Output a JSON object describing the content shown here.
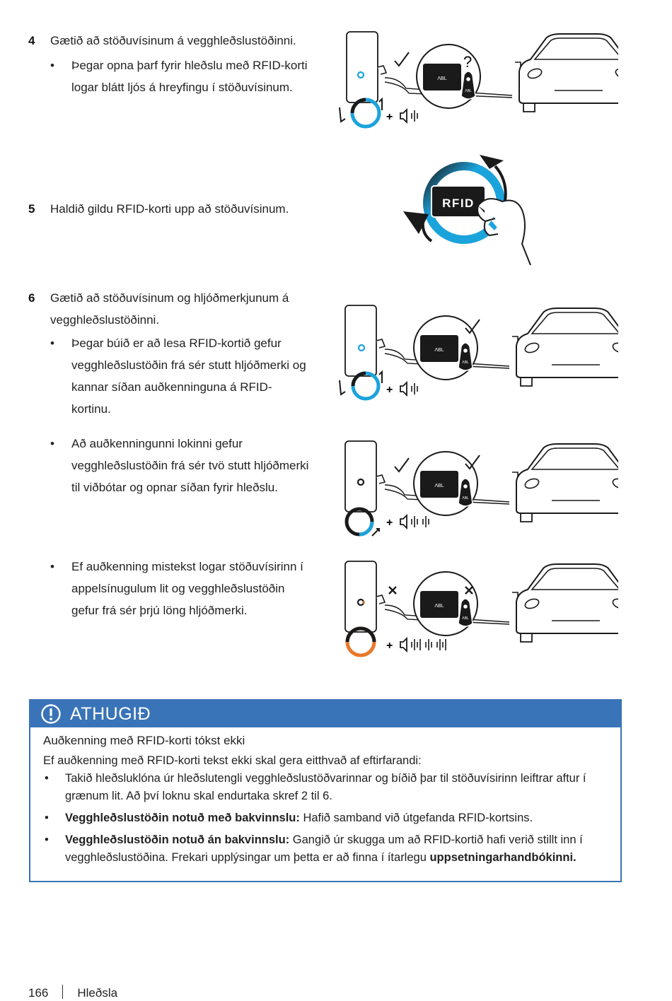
{
  "steps": [
    {
      "number": "4",
      "text": "Gætið að stöðuvísinum á vegghleðslustöðinni.",
      "bullets": [
        "Þegar opna þarf fyrir hleðslu með RFID-korti logar blátt ljós á hreyfingu í stöðuvísinum."
      ]
    },
    {
      "number": "5",
      "text": "Haldið gildu RFID-korti upp að stöðuvísinum.",
      "bullets": []
    },
    {
      "number": "6",
      "text": "Gætið að stöðuvísinum og hljóðmerkjunum á vegghleðslustöðinni.",
      "bullets": [
        "Þegar búið er að lesa RFID-kortið gefur vegghleðslustöðin frá sér stutt hljóðmerki og kannar síðan auðkenninguna á RFID-kortinu.",
        "Að auðkenningunni lokinni gefur vegghleðslustöðin frá sér tvö stutt hljóðmerki til viðbótar og opnar síðan fyrir hleðslu.",
        "Ef auðkenning mistekst logar stöðuvísirinn í appelsínugulum lit og vegghleðslustöðin gefur frá sér þrjú löng hljóðmerki."
      ]
    }
  ],
  "illustrations": {
    "card_brand": "ABL",
    "rfid_label": "RFID",
    "sound_plus": "+",
    "colors": {
      "blue": "#1ba3dc",
      "orange": "#e8782a",
      "dark": "#1a1a1a"
    }
  },
  "notice": {
    "title": "ATHUGIÐ",
    "icon": "exclamation-circle-icon",
    "subtitle": "Auðkenning með RFID-korti tókst ekki",
    "intro": "Ef auðkenning með RFID-korti tekst ekki skal gera eitthvað af eftirfarandi:",
    "items": [
      {
        "bold": "",
        "text": "Takið hleðsluklóna úr hleðslutengli vegghleðslustöðvarinnar og bíðið þar til stöðuvísirinn leiftrar aftur í grænum lit. Að því loknu skal endurtaka skref 2 til 6."
      },
      {
        "bold": "Vegghleðslustöðin notuð með bakvinnslu:",
        "text": " Hafið samband við útgefanda RFID-kortsins."
      },
      {
        "bold": "Vegghleðslustöðin notuð án bakvinnslu:",
        "text": " Gangið úr skugga um að RFID-kortið hafi verið stillt inn í vegghleðslustöðina. Frekari upplýsingar um þetta er að finna í ítarlegu ",
        "bold_end": "uppsetningarhandbókinni."
      }
    ],
    "color": "#3a74b8"
  },
  "footer": {
    "page": "166",
    "section": "Hleðsla"
  }
}
